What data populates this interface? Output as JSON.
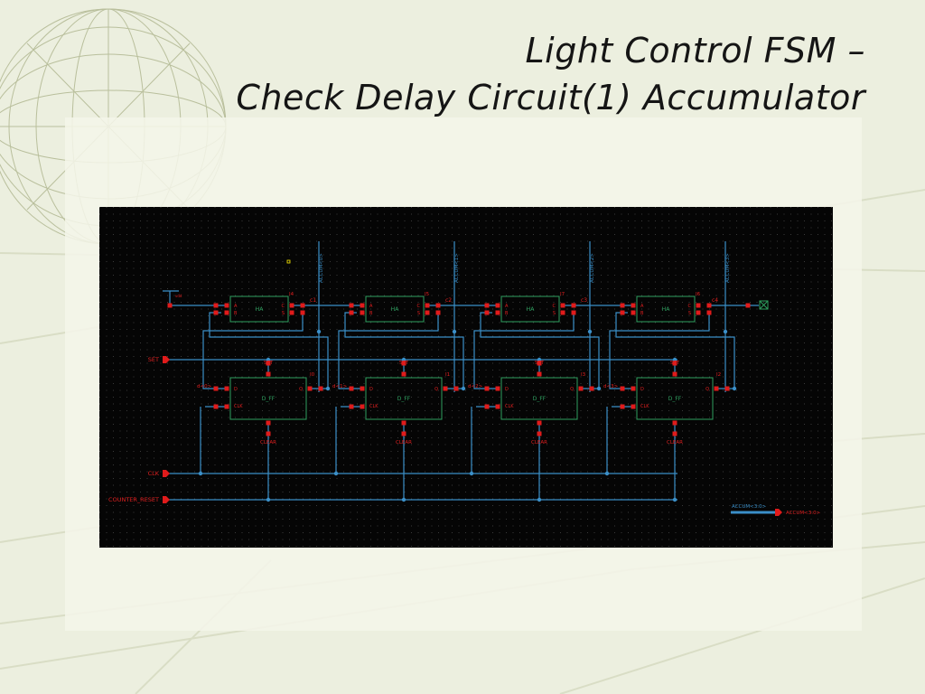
{
  "title": {
    "line1": "Light Control FSM –",
    "line2": "Check Delay Circuit(1) Accumulator"
  },
  "colors": {
    "slide_background": "#ecefdf",
    "schematic_background": "#050505",
    "wire": "#3b8fc8",
    "block_outline": "#2fa060",
    "pin": "#e01b1b",
    "label": "#e02020"
  },
  "schematic": {
    "half_adder": {
      "name": "HA",
      "pins": {
        "a": "A",
        "b": "B",
        "c": "C",
        "s": "S"
      },
      "instances": [
        "I4",
        "I5",
        "I7",
        "I6"
      ]
    },
    "d_ff": {
      "name": "D_FF",
      "pins": {
        "d": "D",
        "q": "Q",
        "clk": "CLK",
        "set": "SET",
        "clear": "CLEAR"
      },
      "instances": [
        "I0",
        "I1",
        "I3",
        "I2"
      ]
    },
    "carry_nets": [
      "c1",
      "c2",
      "c3",
      "c4"
    ],
    "d_nets": [
      "d<0>",
      "d<1>",
      "d<2>",
      "d<3>"
    ],
    "accum_nets": [
      "ACCUM<0>",
      "ACCUM<1>",
      "ACCUM<2>",
      "ACCUM<3>"
    ],
    "inputs": {
      "set": "SET",
      "clk": "CLK",
      "counter_reset": "COUNTER_RESET"
    },
    "vdd_label": "vdd",
    "bus_label": "ACCUM<3:0>",
    "output_pin": "ACCUM<3:0>"
  }
}
